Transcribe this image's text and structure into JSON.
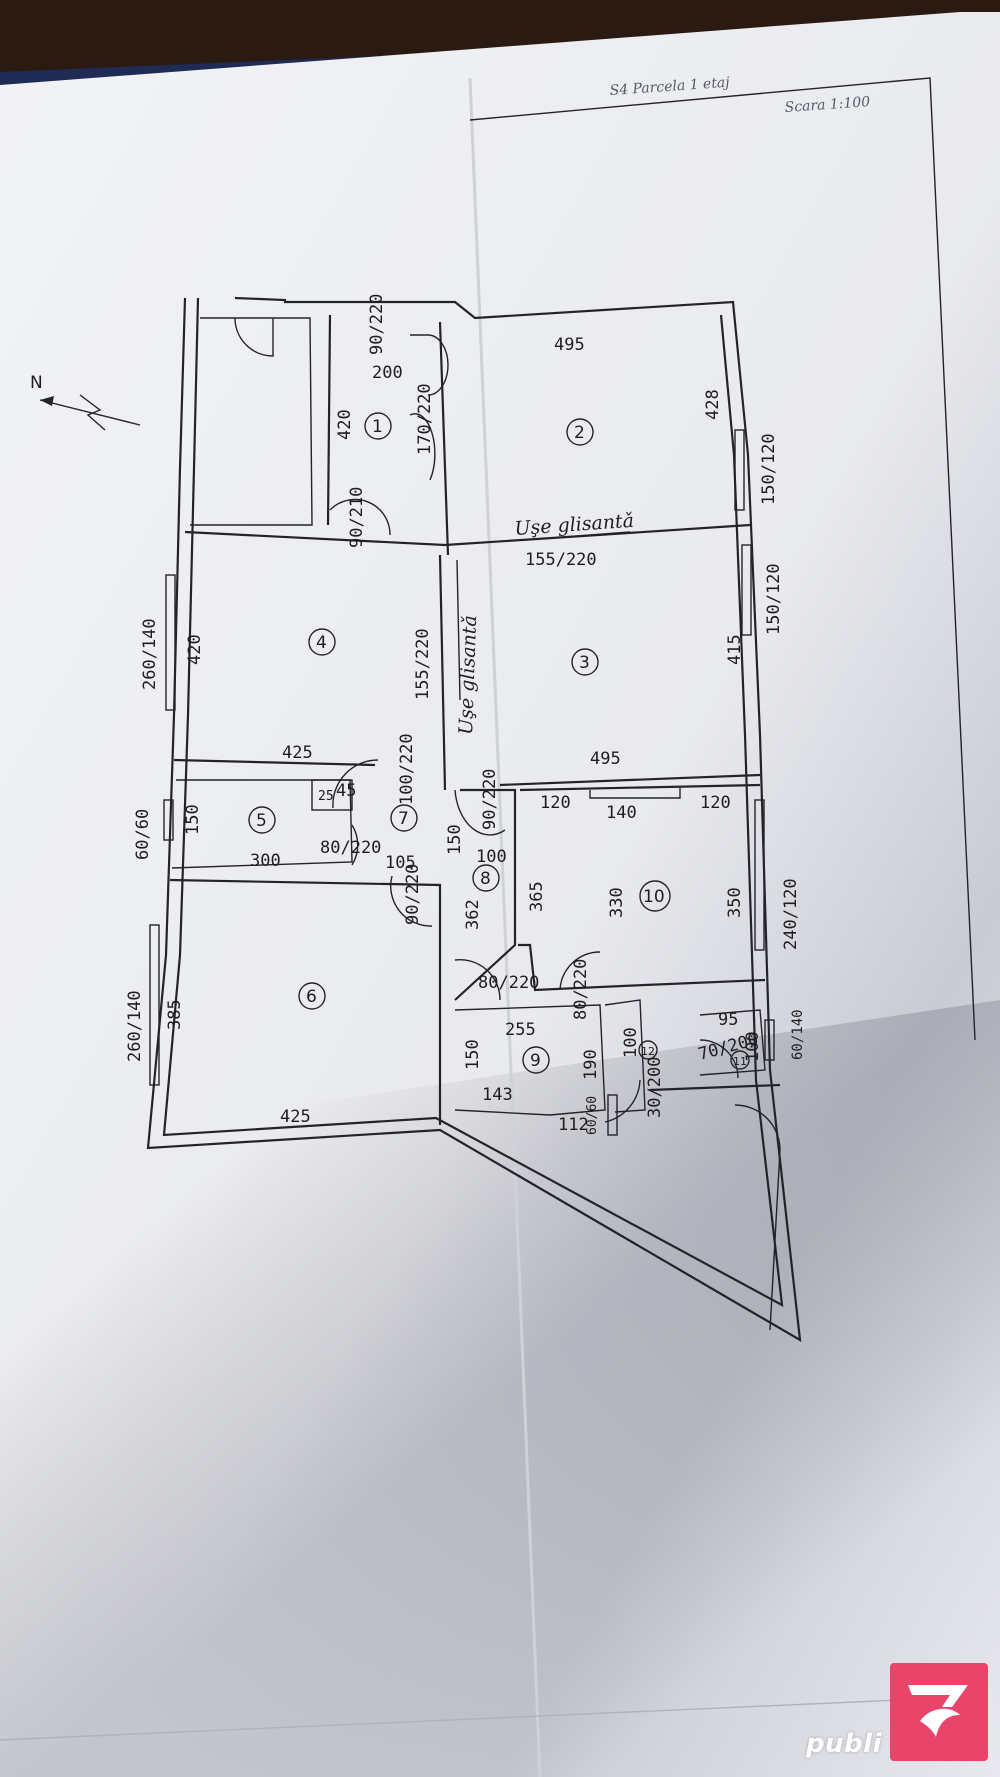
{
  "header_note": {
    "line1": "S4 Parcela 1 etaj",
    "line2": "Scara 1:100"
  },
  "labels": {
    "sliding_door_h": "Uşe glisantǎ",
    "sliding_door_v": "Uşe glisantǎ",
    "north": "N"
  },
  "rooms": [
    "1",
    "2",
    "3",
    "4",
    "5",
    "6",
    "7",
    "8",
    "9",
    "10",
    "11",
    "12"
  ],
  "dims": {
    "r1_door_top": "90/220",
    "r1_w": "200",
    "r1_h": "420",
    "r1_door_side": "170/220",
    "r1_door_bot": "90/210",
    "r2_w": "495",
    "r2_h": "428",
    "r2_win": "150/120",
    "r3_door": "155/220",
    "r3_win": "150/120",
    "r3_h": "415",
    "r3_w": "495",
    "r4_win": "260/140",
    "r4_h": "420",
    "r4_door": "155/220",
    "r4_w": "425",
    "r7_door_top": "100/220",
    "r7_h": "150",
    "r7_w": "105",
    "r7_door_left": "80/220",
    "r7_door_bot": "90/220",
    "r5_win": "60/60",
    "r5_h": "150",
    "r5_a": "25",
    "r5_b": "45",
    "r5_w": "300",
    "r8_door": "90/220",
    "r8_a": "100",
    "r8_h": "362",
    "r10_a": "120",
    "r10_b": "140",
    "r10_c": "120",
    "r10_l": "365",
    "r10_m": "330",
    "r10_r": "350",
    "r10_win": "240/120",
    "r10_door": "80/220",
    "r6_win": "260/140",
    "r6_h": "385",
    "r6_w": "425",
    "r9_door": "80/220",
    "r9_w": "255",
    "r9_h": "150",
    "r9_in": "190",
    "r9_b": "143",
    "r9_c": "112",
    "r9_win": "60/60",
    "r12_a": "100",
    "r12_door": "30/200",
    "r11_w": "95",
    "r11_door": "70/200",
    "r11_h": "100",
    "r11_win": "60/140"
  },
  "watermark": {
    "text": "publi"
  },
  "colors": {
    "paper": "#eeeff2",
    "ink": "#23232a",
    "backdrop": "#2b1a12",
    "brand": "#e9446a"
  }
}
